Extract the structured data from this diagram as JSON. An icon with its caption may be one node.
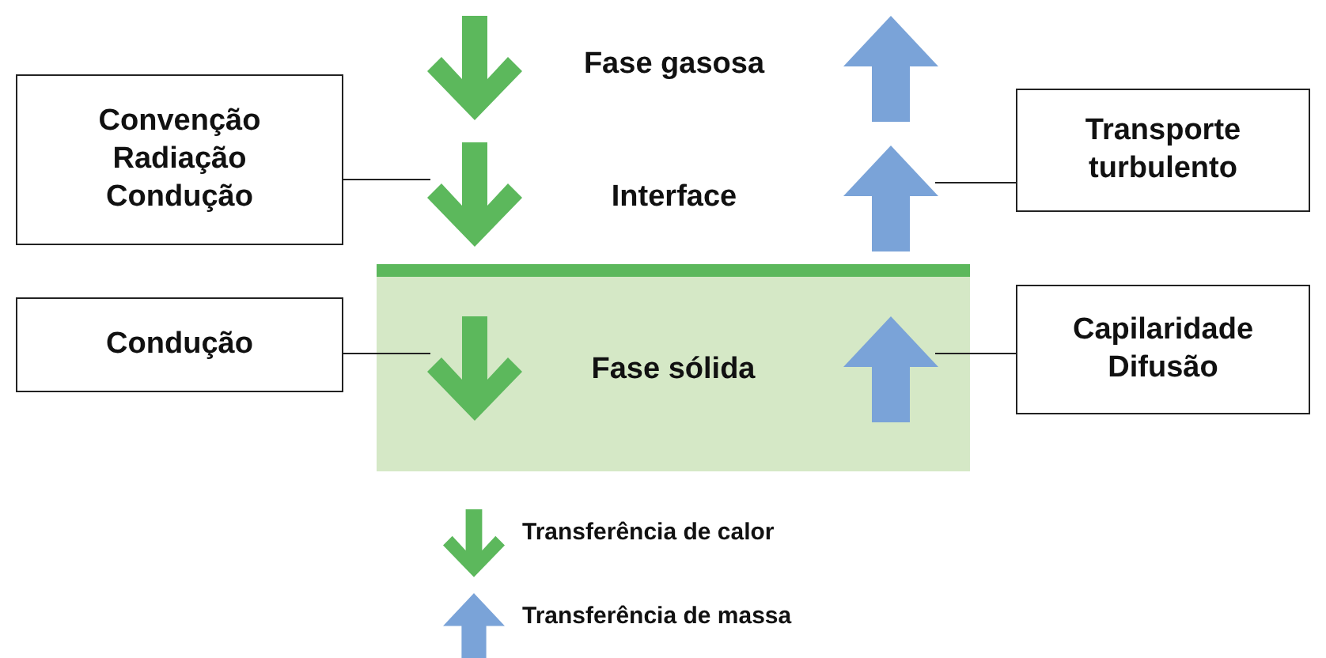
{
  "diagram": {
    "nodes": [
      {
        "text": [],
        "shape": "arrow"
      },
      {
        "text": [],
        "shape": "arrow"
      },
      {
        "text": [
          "Convenção Radiação Condução"
        ]
      },
      {
        "text": [],
        "shape": "arrow"
      },
      {
        "text": [],
        "shape": "arrow"
      },
      {
        "text": [
          "Transporte turbulento"
        ]
      },
      {
        "text": [
          "Fase sólida"
        ]
      },
      {
        "text": [
          "Condução"
        ]
      },
      {
        "text": [],
        "shape": "arrow",
        "in": 6
      },
      {
        "text": [],
        "shape": "arrow",
        "in": 6
      },
      {
        "text": [
          "Capilaridade Difusão"
        ]
      }
    ],
    "edges": [
      {
        "from": 2,
        "to": 3,
        "arrow": "none"
      },
      {
        "from": 5,
        "to": 4,
        "arrow": "none"
      },
      {
        "from": 7,
        "to": 8,
        "arrow": "none"
      },
      {
        "from": 10,
        "to": 9,
        "arrow": "none"
      }
    ],
    "labels": [
      "Fase gasosa",
      "Interface"
    ],
    "legend": [
      {
        "text": "Transferência de calor"
      },
      {
        "text": "Transferência de massa"
      }
    ]
  }
}
